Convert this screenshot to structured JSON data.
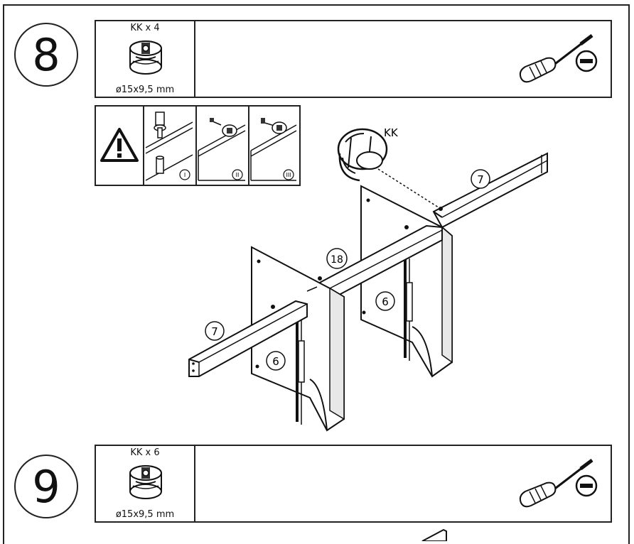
{
  "steps": [
    {
      "number": "8",
      "part": {
        "qty": "KK x 4",
        "size": "ø15x9,5 mm",
        "icon": "cam-lock-icon"
      },
      "tool": "screwdriver-icon",
      "tool_mode": "minus-icon"
    },
    {
      "number": "9",
      "part": {
        "qty": "KK x 6",
        "size": "ø15x9,5 mm",
        "icon": "cam-lock-icon"
      },
      "tool": "screwdriver-icon",
      "tool_mode": "minus-icon"
    }
  ],
  "warning": {
    "icon": "warning-triangle-icon",
    "substeps": [
      "I",
      "II",
      "III"
    ]
  },
  "assembly": {
    "hardware_label": "KK",
    "callouts": {
      "rail_top": "7",
      "rail_bottom": "7",
      "middle_rail": "18",
      "panel_back": "6",
      "panel_front": "6"
    }
  }
}
